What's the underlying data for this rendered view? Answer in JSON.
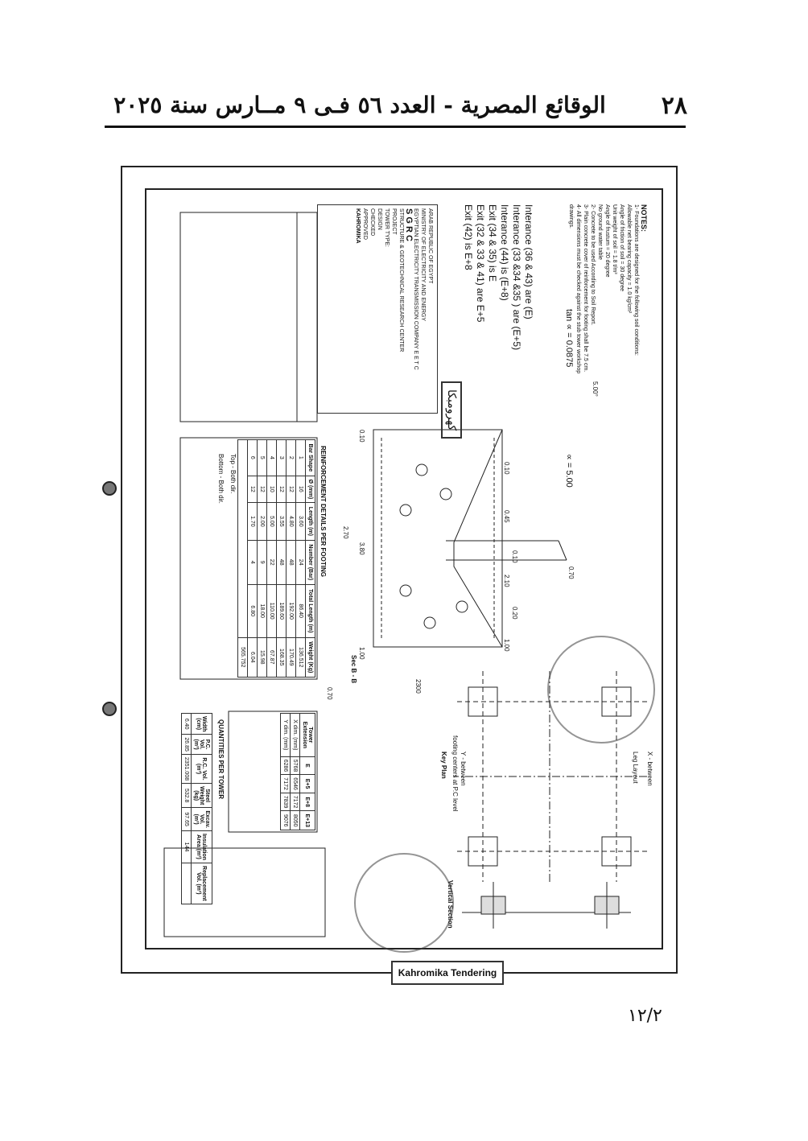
{
  "header": {
    "page_number": "٢٨",
    "title": "الوقائع المصرية - العدد ٥٦ فـى ٩ مــارس سنة ٢٠٢٥"
  },
  "drawing": {
    "alpha_label": "∝ = 5.00",
    "tan_label": "tan ∝ = 0.0875",
    "angle_label": "5.00°",
    "key_plan_title": "Key Plan",
    "leg_layout_label": "Leg Layout",
    "x_between_label": "X - between",
    "y_between_label": "Y - between",
    "footing_centers_label": "footing centers at P.C level",
    "vertical_section_title": "Vertical Section",
    "sec_label": "Sec B - B",
    "dim_2300": "2300",
    "dims_top": [
      "1.00",
      "2.10",
      "0.45",
      "0.10",
      "0.20",
      "0.10"
    ],
    "dims_mid": [
      "3.80",
      "0.70",
      "1.00",
      "0.10",
      "2.70"
    ],
    "dim_070": "0.70",
    "tower_extension_table": {
      "headers": [
        "Tower Extension",
        "E",
        "E+5",
        "E+8",
        "E+13"
      ],
      "rows": [
        [
          "X dim. (mm)",
          "5768",
          "6546",
          "7172",
          "8050"
        ],
        [
          "Y dim. (mm)",
          "6286",
          "7172",
          "7839",
          "9076"
        ]
      ]
    },
    "quantities_title": "QUANTITIES PER TOWER",
    "quantities_table": {
      "headers": [
        "Width (cm)",
        "P.C. Vol. (m³)",
        "R.C. Vol. (m³)",
        "Steel Weight (kg)",
        "Excav. Vol. (m³)",
        "Insulation Area (m²)",
        "Replacement Vol. (m³)"
      ],
      "row": [
        "6.40",
        "26.85",
        "2351.008",
        "532.8",
        "97.65",
        "144",
        ""
      ]
    },
    "reinforcement_title": "REINFORCEMENT DETAILS PER FOOTING",
    "reinforcement_table": {
      "headers": [
        "Bar Shape",
        "Ø (mm)",
        "Length (m)",
        "Number (Bar)",
        "Total Length (m)",
        "Weight (Kg)"
      ],
      "rows": [
        [
          "1",
          "16",
          "3.60",
          "24",
          "86.40",
          "136.512"
        ],
        [
          "2",
          "12",
          "4.80",
          "48",
          "192.00",
          "170.49"
        ],
        [
          "3",
          "12",
          "3.55",
          "48",
          "189.60",
          "168.35"
        ],
        [
          "4",
          "10",
          "5.00",
          "22",
          "110.00",
          "67.87"
        ],
        [
          "5",
          "12",
          "2.00",
          "9",
          "18.00",
          "15.98"
        ],
        [
          "6",
          "12",
          "1.70",
          "4",
          "6.80",
          "6.04"
        ]
      ],
      "total": "565.752",
      "shape_labels": [
        "Top - Both dir.",
        "Bottom - Both dir."
      ]
    },
    "notes_title": "NOTES:",
    "notes": [
      "1- Foundations are designed for the following soil conditions:",
      "Allowable net bearing capacity = 1.0 kg/cm²",
      "Angle of friction of soil = 30 degree",
      "Unit weight of soil = 1.8 t/m³",
      "Angle of frustum = 20 degree",
      "No ground water table",
      "2- Concrete to be used According to Soil Report.",
      "3- Plain concrete cover of reinforcement for footing shall be 7.5 cm.",
      "4- All dimensions must be checked against the stub tower workshop drawings."
    ],
    "interface_lines": [
      "Interance (36 & 43) are (E)",
      "Interance (33 &34 &35 ) are (E+5)",
      "Interance (44) is (E+8)",
      "Exit (34 & 35) is E",
      "Exit (32 & 33 & 41) are E+5",
      "Exit (42) is E+8"
    ],
    "title_block": {
      "country": "ARAB REPUBLIC OF EGYPT",
      "ministry": "MINISTRY OF ELECTRICITY AND ENERGY",
      "company": "EGYPTIAN ELECTRICITY TRANSMISSION COMPANY E E T C",
      "consultant": "S G R C",
      "consultant_full": "STRUCTURE & GEOTECHNICAL RESEARCH CENTER",
      "project_label": "PROJECT",
      "tower_type_label": "TOWER TYPE:",
      "design_label": "DESIGN",
      "checked_label": "CHECKED",
      "approved_label": "APPROVED",
      "contractor": "KAHROMIKA"
    },
    "stamp_text": "Kahromika Tendering",
    "stamp_arabic": "كهرومبكا"
  },
  "marginal_note": "١٢/٢"
}
